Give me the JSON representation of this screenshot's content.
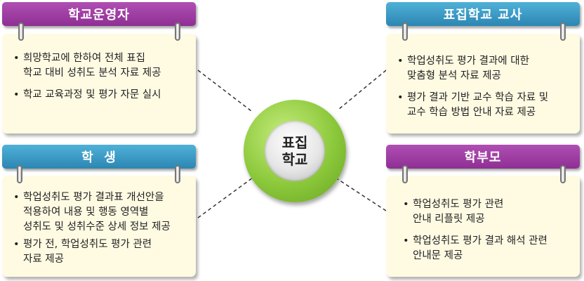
{
  "center": {
    "line1": "표집",
    "line2": "학교"
  },
  "cards": [
    {
      "title": "학교운영자",
      "items": [
        [
          "희망학교에 한하여 전체 표집",
          "학교 대비 성취도 분석 자료 제공"
        ],
        [
          "학교 교육과정 및 평가 자문 실시"
        ]
      ]
    },
    {
      "title": "표집학교 교사",
      "items": [
        [
          "학업성취도 평가 결과에 대한",
          "맞춤형 분석 자료 제공"
        ],
        [
          "평가 결과 기반 교수 학습 자료 및",
          "교수 학습 방법 안내 자료 제공"
        ]
      ]
    },
    {
      "title": "학  생",
      "items": [
        [
          "학업성취도 평가 결과표 개선안을",
          "적용하여 내용 및 행동 영역별",
          "성취도 및 성취수준 상세 정보 제공"
        ],
        [
          "평가 전, 학업성취도 평가 관련",
          "자료 제공"
        ]
      ]
    },
    {
      "title": "학부모",
      "items": [
        [
          "학업성취도 평가 관련",
          "안내 리플릿 제공"
        ],
        [
          "학업성취도 평가 결과 해석 관련",
          "안내문 제공"
        ]
      ]
    }
  ],
  "colors": {
    "purple_header": "#9b3aa0",
    "blue_header": "#3a9cc7",
    "card_body": "#fffbe3",
    "center_ring": "#8cc83b"
  }
}
